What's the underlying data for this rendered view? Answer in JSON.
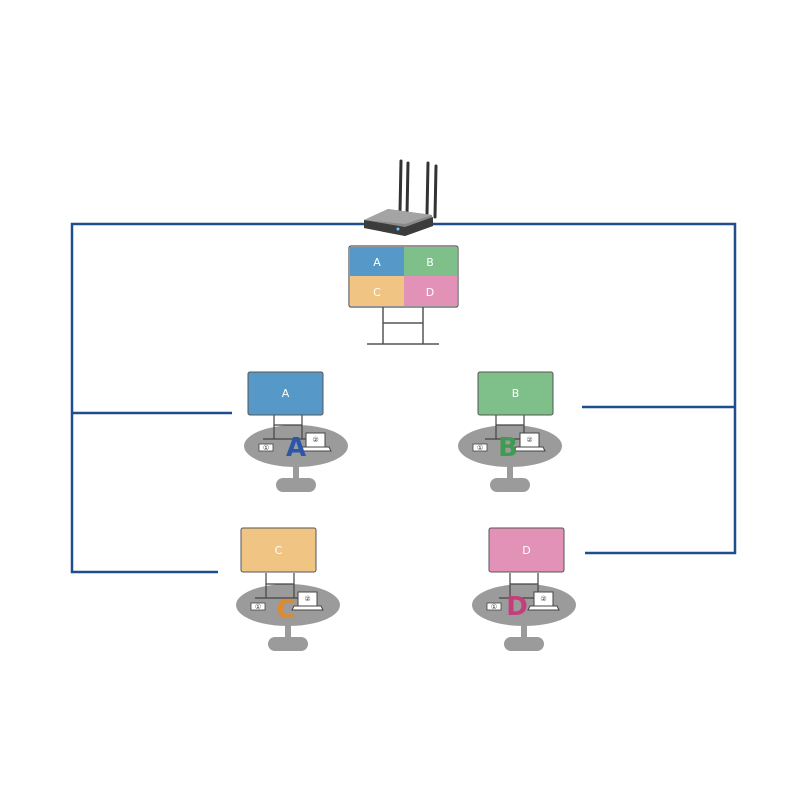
{
  "colors": {
    "link": "#1f4e8c",
    "a": "#5699c8",
    "b": "#7fbf8a",
    "c": "#f0c583",
    "d": "#e292b6",
    "letter_a": "#2c57a8",
    "letter_b": "#3f9a52",
    "letter_c": "#e08a2e",
    "letter_d": "#c43e7c",
    "table": "#9b9b9b",
    "router": "#777777"
  },
  "main_display": {
    "quadrants": [
      "A",
      "B",
      "C",
      "D"
    ]
  },
  "stations": [
    {
      "id": "a",
      "screen_label": "A",
      "letter": "A",
      "marker_1": "①",
      "marker_2": "②"
    },
    {
      "id": "b",
      "screen_label": "B",
      "letter": "B",
      "marker_1": "①",
      "marker_2": "②"
    },
    {
      "id": "c",
      "screen_label": "C",
      "letter": "C",
      "marker_1": "①",
      "marker_2": "②"
    },
    {
      "id": "d",
      "screen_label": "D",
      "letter": "D",
      "marker_1": "①",
      "marker_2": "②"
    }
  ],
  "icons": {
    "router": "router-icon",
    "laptop": "laptop-icon"
  }
}
